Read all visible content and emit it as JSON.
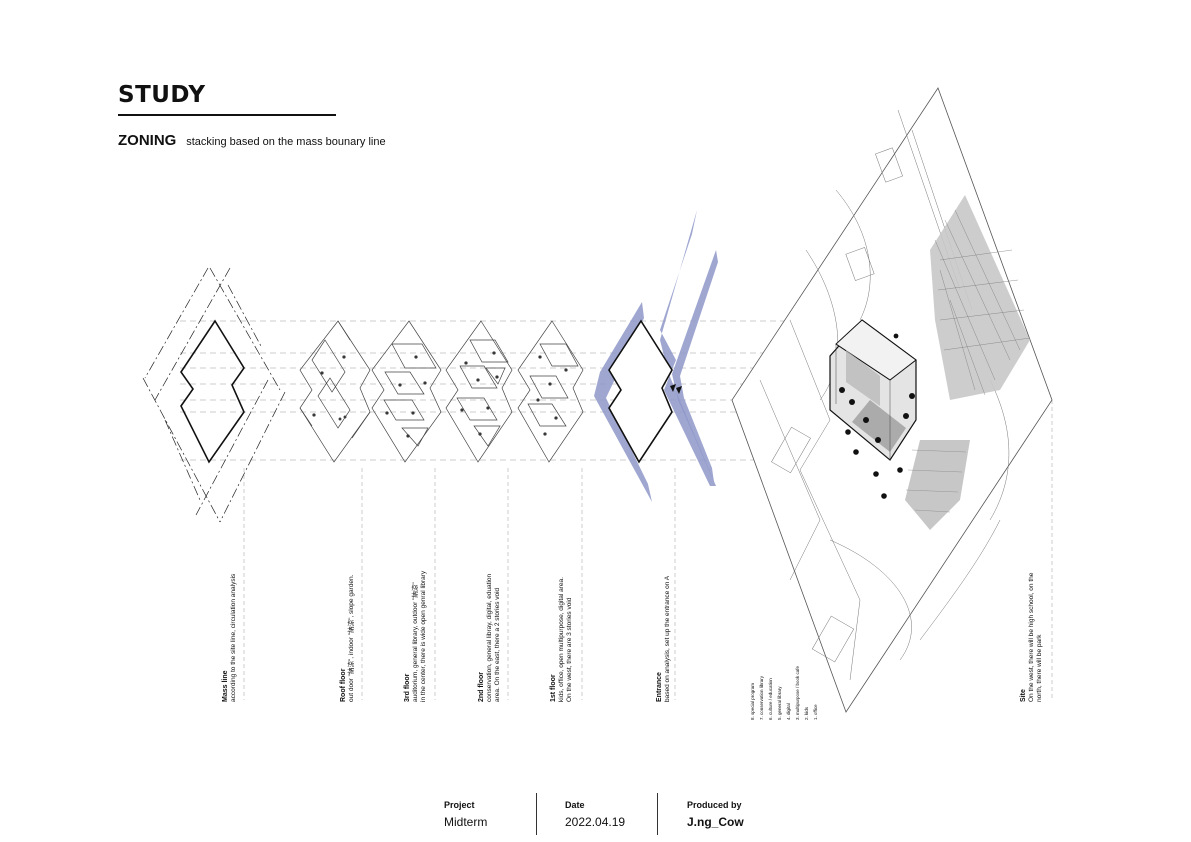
{
  "header": {
    "title": "STUDY",
    "subtitle_strong": "ZONING",
    "subtitle_light": "stacking based on the mass bounary line"
  },
  "stages": [
    {
      "title": "Mass line",
      "lines": [
        "according to the site line, circulation analysis"
      ]
    },
    {
      "title": "Roof floor",
      "lines": [
        "out door \"納涼\", indoor \"納涼\", slope garden."
      ]
    },
    {
      "title": "3rd floor",
      "lines": [
        "auditorium, general library, outdoor \"納涼\"",
        "in the center, there is wide open genral library"
      ]
    },
    {
      "title": "2nd floor",
      "lines": [
        "conservation, general libray, digital, eduation",
        "area. On the east, there a 2 stories void"
      ]
    },
    {
      "title": "1st floor",
      "lines": [
        "kids, office, open multipurpose, digital area.",
        "On the west, there are 3 stories void"
      ]
    },
    {
      "title": "Entrance",
      "lines": [
        "based on analysis, set up the entrance on A"
      ]
    },
    {
      "title": "Site",
      "lines": [
        "On the west, there will be high school, on the",
        "north, there will be park"
      ]
    }
  ],
  "program_list": [
    "8. special program",
    "7. conservation library",
    "6. culture / education",
    "5. general library",
    "4. digital",
    "3. multipurpose / book cafe",
    "2. kids",
    "1. office"
  ],
  "footer": {
    "project_label": "Project",
    "project_value": "Midterm",
    "date_label": "Date",
    "date_value": "2022.04.19",
    "produced_label": "Produced by",
    "produced_value": "J.ng_Cow"
  },
  "colors": {
    "ink": "#111111",
    "guide": "#9a9a9a",
    "entrance_band": "#8e98c9",
    "mass_gray": "#9c9c9c"
  }
}
